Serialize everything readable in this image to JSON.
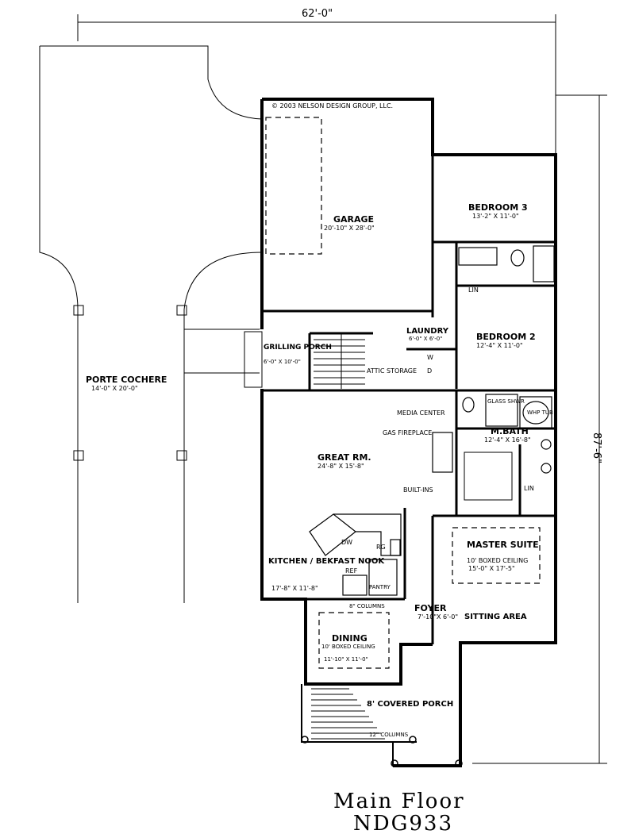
{
  "copyright": "© 2003 NELSON DESIGN GROUP, LLC.",
  "dimensions": {
    "width": "62'-0\"",
    "depth": "87'-6\""
  },
  "rooms": {
    "garage": {
      "name": "GARAGE",
      "size": "20'-10\" X 28'-0\""
    },
    "bedroom3": {
      "name": "BEDROOM 3",
      "size": "13'-2\" X 11'-0\""
    },
    "bedroom2": {
      "name": "BEDROOM 2",
      "size": "12'-4\" X 11'-0\""
    },
    "laundry": {
      "name": "LAUNDRY",
      "size": "6'-0\" X 6'-0\""
    },
    "grilling_porch": {
      "name": "GRILLING PORCH",
      "size": "6'-0\" X 10'-0\""
    },
    "porte_cochere": {
      "name": "PORTE COCHERE",
      "size": "14'-0\" X 20'-0\""
    },
    "great_room": {
      "name": "GREAT RM.",
      "size": "24'-8\" X 15'-8\""
    },
    "m_bath": {
      "name": "M.BATH",
      "size": "12'-4\" X 16'-8\""
    },
    "master_suite": {
      "name": "MASTER SUITE",
      "ceiling": "10' BOXED CEILING",
      "size": "15'-0\" X 17'-5\""
    },
    "kitchen": {
      "name": "KITCHEN / BEKFAST NOOK",
      "size": "17'-8\" X 11'-8\""
    },
    "foyer": {
      "name": "FOYER",
      "size": "7'-10\"X 6'-0\""
    },
    "sitting": {
      "name": "SITTING AREA"
    },
    "dining": {
      "name": "DINING",
      "ceiling": "10' BOXED CEILING",
      "size": "11'-10\" X 11'-0\""
    },
    "covered_porch": {
      "name": "8' COVERED PORCH"
    }
  },
  "fixtures": {
    "attic": "ATTIC STORAGE",
    "media": "MEDIA CENTER",
    "fireplace": "GAS FIREPLACE",
    "built_ins": "BUILT-INS",
    "lin1": "LIN",
    "lin2": "LIN",
    "glass_shwr": "GLASS SHWR",
    "whp_tub": "WHP TUB",
    "dw": "DW",
    "rg": "RG",
    "ref": "REF",
    "pantry": "PANTRY",
    "columns8": "8\" COLUMNS",
    "columns12": "12\" COLUMNS",
    "washer": "W",
    "dryer": "D"
  },
  "caption": {
    "line1": "Main Floor",
    "line2": "NDG933"
  }
}
